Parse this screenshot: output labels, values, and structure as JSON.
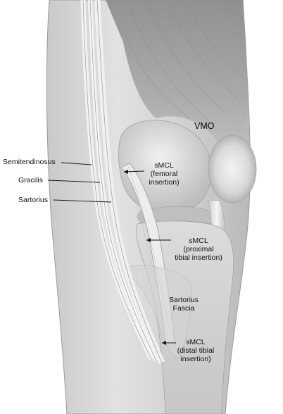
{
  "figure": {
    "labels": {
      "vmo": "VMO",
      "semitendinosus": "Semitendinosus",
      "gracilis": "Gracilis",
      "sartorius": "Sartorius",
      "smcl_femoral": "sMCL\n(femoral\ninsertion)",
      "smcl_proximal": "sMCL\n(proximal\ntibial insertion)",
      "sartorius_fascia": "Sartorius\nFascia",
      "smcl_distal": "sMCL\n(distal tibial\ninsertion)"
    }
  }
}
